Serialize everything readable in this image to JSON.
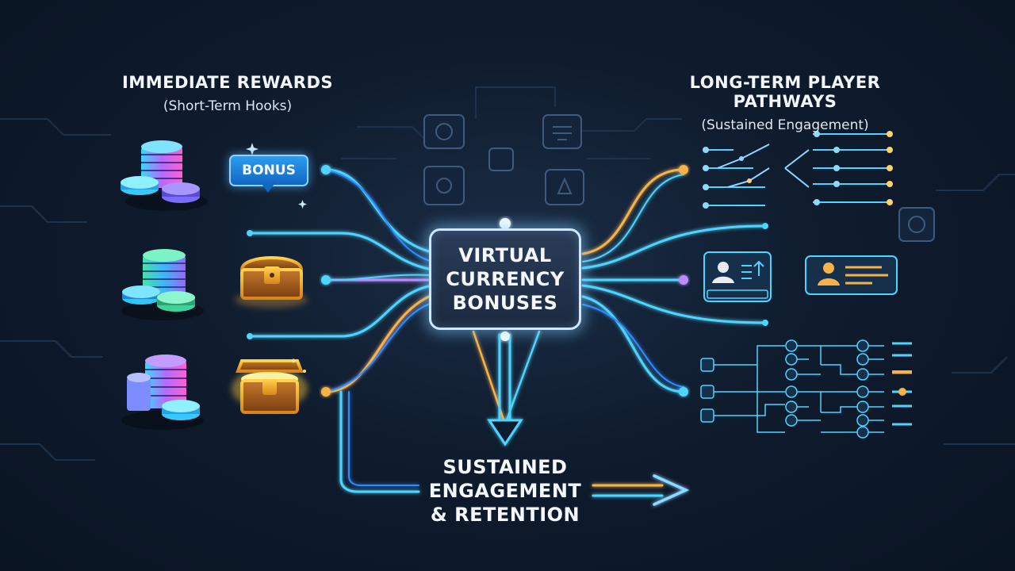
{
  "left_panel": {
    "title": "IMMEDIATE REWARDS",
    "subtitle": "(Short-Term Hooks)",
    "bonus_badge": "BONUS"
  },
  "right_panel": {
    "title": "LONG-TERM PLAYER PATHWAYS",
    "subtitle": "(Sustained Engagement)"
  },
  "center_node": {
    "lines": [
      "VIRTUAL",
      "CURRENCY",
      "BONUSES"
    ]
  },
  "outcome": {
    "lines": [
      "SUSTAINED",
      "ENGAGEMENT",
      "& RETENTION"
    ]
  },
  "colors": {
    "background": "#0f1c2e",
    "cyan_line": "#4fd4ff",
    "blue_line": "#2f8cff",
    "orange_line": "#f7b24a",
    "violet_line": "#b98cff"
  },
  "icons": [
    "coin-stack-icon",
    "treasure-chest-icon",
    "open-treasure-chest-icon",
    "progression-chart-icon",
    "profile-card-icon",
    "skill-tree-icon",
    "arrow-right-icon",
    "arrow-down-icon"
  ]
}
